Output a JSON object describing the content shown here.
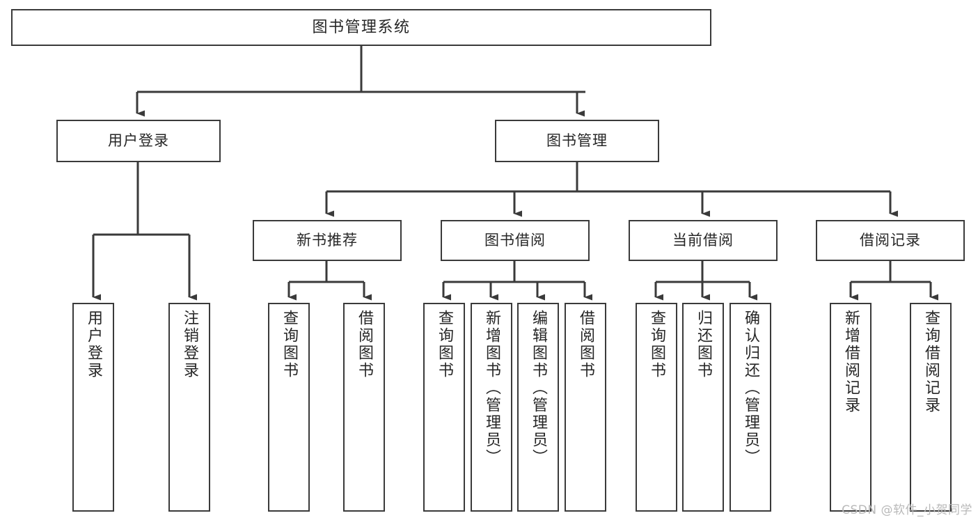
{
  "diagram": {
    "type": "tree-hierarchy-chart",
    "title": "图书管理系统",
    "watermark": "CSDN @软件_小贺同学",
    "colors": {
      "box_border": "#3a3a3a",
      "box_fill": "#ffffff",
      "connector": "#3a3a3a",
      "text": "#262626",
      "watermark": "#b9b9b9",
      "background": "#ffffff"
    },
    "levels": {
      "level1": [
        {
          "id": "root",
          "label": "图书管理系统"
        }
      ],
      "level2": [
        {
          "id": "user-login",
          "label": "用户登录"
        },
        {
          "id": "book-manage",
          "label": "图书管理"
        }
      ],
      "level3": [
        {
          "id": "new-book-recommend",
          "label": "新书推荐"
        },
        {
          "id": "book-borrow",
          "label": "图书借阅"
        },
        {
          "id": "current-borrow",
          "label": "当前借阅"
        },
        {
          "id": "borrow-record",
          "label": "借阅记录"
        }
      ],
      "level4": [
        {
          "id": "leaf-user-login",
          "label": "用户登录",
          "parent": "user-login"
        },
        {
          "id": "leaf-user-logout",
          "label": "注销登录",
          "parent": "user-login"
        },
        {
          "id": "leaf-query-book-1",
          "label": "查询图书",
          "parent": "new-book-recommend"
        },
        {
          "id": "leaf-borrow-book-1",
          "label": "借阅图书",
          "parent": "new-book-recommend"
        },
        {
          "id": "leaf-query-book-2",
          "label": "查询图书",
          "parent": "book-borrow"
        },
        {
          "id": "leaf-add-book",
          "label": "新增图书（管理员）",
          "parent": "book-borrow"
        },
        {
          "id": "leaf-edit-book",
          "label": "编辑图书（管理员）",
          "parent": "book-borrow"
        },
        {
          "id": "leaf-borrow-book-2",
          "label": "借阅图书",
          "parent": "book-borrow"
        },
        {
          "id": "leaf-query-book-3",
          "label": "查询图书",
          "parent": "current-borrow"
        },
        {
          "id": "leaf-return-book",
          "label": "归还图书",
          "parent": "current-borrow"
        },
        {
          "id": "leaf-confirm-return",
          "label": "确认归还（管理员）",
          "parent": "current-borrow"
        },
        {
          "id": "leaf-add-record",
          "label": "新增借阅记录",
          "parent": "borrow-record"
        },
        {
          "id": "leaf-query-record",
          "label": "查询借阅记录",
          "parent": "borrow-record"
        }
      ]
    }
  }
}
